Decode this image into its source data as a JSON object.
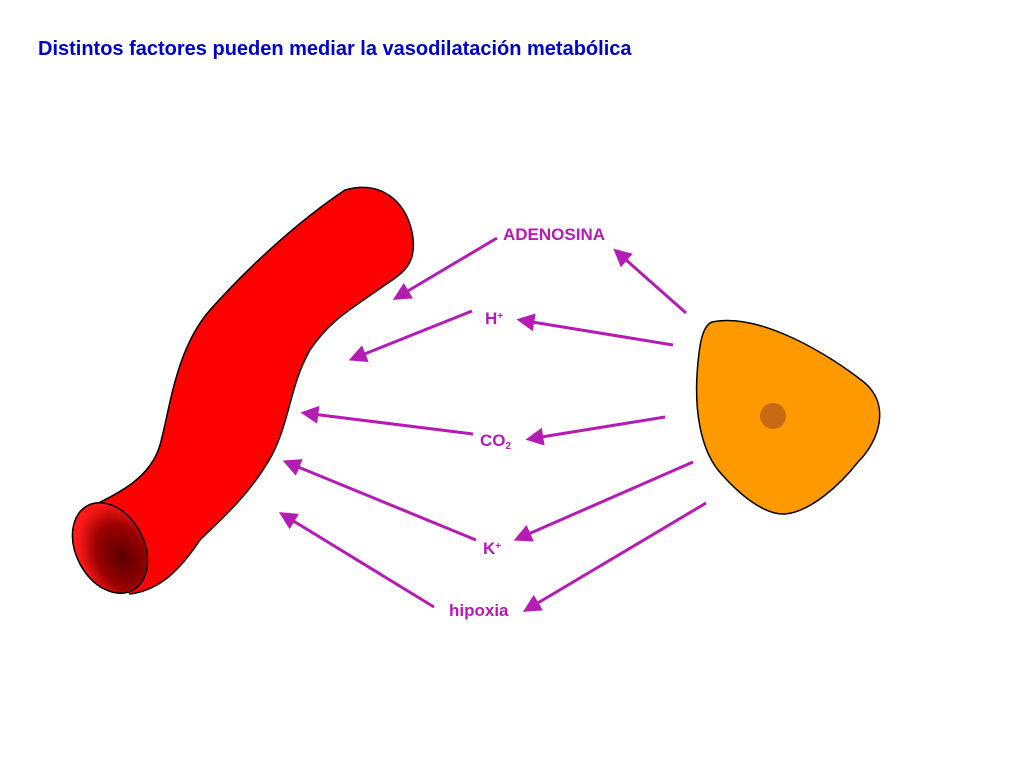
{
  "title": "Distintos factores pueden mediar la vasodilatación metabólica",
  "colors": {
    "title": "#0000cc",
    "factor": "#b41cb4",
    "vessel": "#ff0000",
    "vessel_dark": "#7a0000",
    "cell": "#ff9900",
    "nucleus": "#c86a14"
  },
  "factors": {
    "adenosina": {
      "text": "ADENOSINA"
    },
    "h": {
      "base": "H",
      "sup": "+"
    },
    "co2": {
      "base": "CO",
      "sub": "2"
    },
    "k": {
      "base": "K",
      "sup": "+"
    },
    "hipoxia": {
      "text": "hipoxia"
    }
  }
}
